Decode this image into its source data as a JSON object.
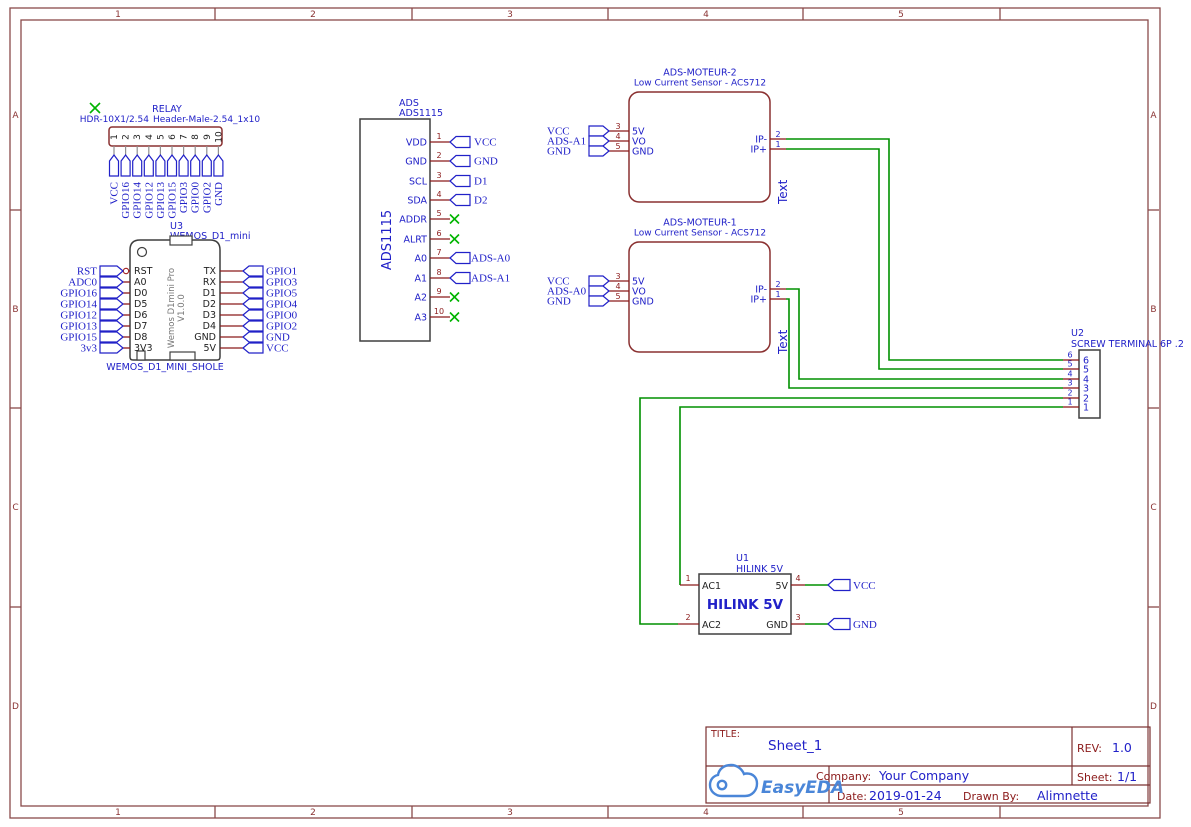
{
  "frame": {
    "columns": [
      "1",
      "2",
      "3",
      "4",
      "5"
    ],
    "rows": [
      "A",
      "B",
      "C",
      "D"
    ]
  },
  "relay": {
    "part_label": "HDR-10X1/2.54",
    "title": "RELAY",
    "subtitle": "Header-Male-2.54_1x10",
    "pins": [
      "1",
      "2",
      "3",
      "4",
      "5",
      "6",
      "7",
      "8",
      "9",
      "10"
    ],
    "nets": [
      "VCC",
      "GPIO16",
      "GPIO14",
      "GPIO12",
      "GPIO13",
      "GPIO15",
      "GPIO3",
      "GPIO0",
      "GPIO2",
      "GND"
    ]
  },
  "wemos": {
    "ref": "U3",
    "name": "WEMOS_D1_mini",
    "footprint": "WEMOS_D1_MINI_SHOLE",
    "inner_line1": "Wemos D1mini Pro",
    "inner_line2": "V1.0.0",
    "left": [
      {
        "net": "RST",
        "pin": "RST"
      },
      {
        "net": "ADC0",
        "pin": "A0"
      },
      {
        "net": "GPIO16",
        "pin": "D0"
      },
      {
        "net": "GPIO14",
        "pin": "D5"
      },
      {
        "net": "GPIO12",
        "pin": "D6"
      },
      {
        "net": "GPIO13",
        "pin": "D7"
      },
      {
        "net": "GPIO15",
        "pin": "D8"
      },
      {
        "net": "3v3",
        "pin": "3V3"
      }
    ],
    "right": [
      {
        "pin": "TX",
        "net": "GPIO1"
      },
      {
        "pin": "RX",
        "net": "GPIO3"
      },
      {
        "pin": "D1",
        "net": "GPIO5"
      },
      {
        "pin": "D2",
        "net": "GPIO4"
      },
      {
        "pin": "D3",
        "net": "GPIO0"
      },
      {
        "pin": "D4",
        "net": "GPIO2"
      },
      {
        "pin": "GND",
        "net": "GND"
      },
      {
        "pin": "5V",
        "net": "VCC"
      }
    ]
  },
  "ads": {
    "ref": "ADS",
    "name": "ADS1115",
    "side_label": "ADS1115",
    "pins": [
      {
        "num": "1",
        "name": "VDD",
        "net": "VCC"
      },
      {
        "num": "2",
        "name": "GND",
        "net": "GND"
      },
      {
        "num": "3",
        "name": "SCL",
        "net": "D1"
      },
      {
        "num": "4",
        "name": "SDA",
        "net": "D2"
      },
      {
        "num": "5",
        "name": "ADDR"
      },
      {
        "num": "6",
        "name": "ALRT"
      },
      {
        "num": "7",
        "name": "A0",
        "net": "ADS-A0"
      },
      {
        "num": "8",
        "name": "A1",
        "net": "ADS-A1"
      },
      {
        "num": "9",
        "name": "A2"
      },
      {
        "num": "10",
        "name": "A3"
      }
    ]
  },
  "moteur2": {
    "title": "ADS-MOTEUR-2",
    "subtitle": "Low Current Sensor - ACS712",
    "corner_label": "Text",
    "left": [
      {
        "num": "3",
        "name": "5V",
        "net": "VCC"
      },
      {
        "num": "4",
        "name": "VO",
        "net": "ADS-A1"
      },
      {
        "num": "5",
        "name": "GND",
        "net": "GND"
      }
    ],
    "right": [
      {
        "num": "2",
        "name": "IP-"
      },
      {
        "num": "1",
        "name": "IP+"
      }
    ]
  },
  "moteur1": {
    "title": "ADS-MOTEUR-1",
    "subtitle": "Low Current Sensor - ACS712",
    "corner_label": "Text",
    "left": [
      {
        "num": "3",
        "name": "5V",
        "net": "VCC"
      },
      {
        "num": "4",
        "name": "VO",
        "net": "ADS-A0"
      },
      {
        "num": "5",
        "name": "GND",
        "net": "GND"
      }
    ],
    "right": [
      {
        "num": "2",
        "name": "IP-"
      },
      {
        "num": "1",
        "name": "IP+"
      }
    ]
  },
  "terminal": {
    "ref": "U2",
    "name": "SCREW TERMINAL 6P .2",
    "pins": [
      "6",
      "5",
      "4",
      "3",
      "2",
      "1"
    ]
  },
  "hilink": {
    "ref": "U1",
    "name": "HILINK 5V",
    "inner_label": "HILINK 5V",
    "left": [
      {
        "num": "1",
        "name": "AC1"
      },
      {
        "num": "2",
        "name": "AC2"
      }
    ],
    "right": [
      {
        "num": "4",
        "name": "5V",
        "net": "VCC"
      },
      {
        "num": "3",
        "name": "GND",
        "net": "GND"
      }
    ]
  },
  "title_block": {
    "title_label": "TITLE:",
    "title": "Sheet_1",
    "rev_label": "REV:",
    "rev": "1.0",
    "company_label": "Company:",
    "company": "Your Company",
    "sheet_label": "Sheet:",
    "sheet": "1/1",
    "date_label": "Date:",
    "date": "2019-01-24",
    "drawn_by_label": "Drawn By:",
    "drawn_by": "Alimnette",
    "logo_text": "EasyEDA"
  },
  "colors": {
    "wire_green": "#009100",
    "pin_red": "#8b1a1a",
    "net_blue": "#2121c8",
    "outline_red": "#8a3030",
    "outline_dark": "#3f3f3f",
    "frame_red": "#8a4a4a",
    "no_connect_green": "#00b400",
    "logo_blue": "#4a86d8"
  }
}
